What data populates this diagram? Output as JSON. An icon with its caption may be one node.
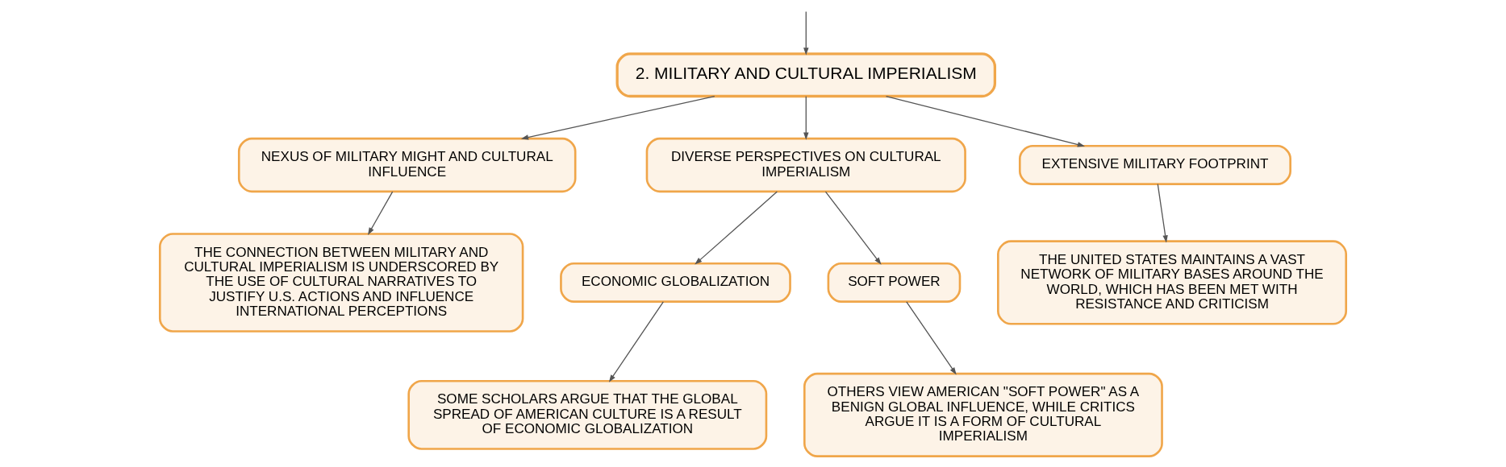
{
  "diagram": {
    "nodes": [
      {
        "text": [
          "2. MILITARY AND CULTURAL IMPERIALISM"
        ]
      },
      {
        "text": [
          "NEXUS OF MILITARY MIGHT AND CULTURAL INFLUENCE"
        ]
      },
      {
        "text": [
          "THE CONNECTION BETWEEN MILITARY AND CULTURAL IMPERIALISM IS UNDERSCORED BY THE USE OF CULTURAL NARRATIVES TO JUSTIFY U.S. ACTIONS AND INFLUENCE INTERNATIONAL PERCEPTIONS"
        ]
      },
      {
        "text": [
          "DIVERSE PERSPECTIVES ON CULTURAL IMPERIALISM"
        ]
      },
      {
        "text": [
          "ECONOMIC GLOBALIZATION"
        ]
      },
      {
        "text": [
          "SOME SCHOLARS ARGUE THAT THE GLOBAL SPREAD OF AMERICAN CULTURE IS A RESULT OF ECONOMIC GLOBALIZATION"
        ]
      },
      {
        "text": [
          "SOFT POWER"
        ]
      },
      {
        "text": [
          "OTHERS VIEW AMERICAN \"SOFT POWER\" AS A BENIGN GLOBAL INFLUENCE, WHILE CRITICS ARGUE IT IS A FORM OF CULTURAL IMPERIALISM"
        ]
      },
      {
        "text": [
          "EXTENSIVE MILITARY FOOTPRINT"
        ]
      },
      {
        "text": [
          "THE UNITED STATES MAINTAINS A VAST NETWORK OF MILITARY BASES AROUND THE WORLD, WHICH HAS BEEN MET WITH RESISTANCE AND CRITICISM"
        ]
      }
    ],
    "edges": [
      {
        "from": null,
        "to": 0,
        "arrow": "to"
      },
      {
        "from": 0,
        "to": 1,
        "arrow": "to"
      },
      {
        "from": 1,
        "to": 2,
        "arrow": "to"
      },
      {
        "from": 0,
        "to": 3,
        "arrow": "to"
      },
      {
        "from": 3,
        "to": 4,
        "arrow": "to"
      },
      {
        "from": 4,
        "to": 5,
        "arrow": "to"
      },
      {
        "from": 3,
        "to": 6,
        "arrow": "to"
      },
      {
        "from": 6,
        "to": 7,
        "arrow": "to"
      },
      {
        "from": 0,
        "to": 8,
        "arrow": "to"
      },
      {
        "from": 8,
        "to": 9,
        "arrow": "to"
      }
    ]
  }
}
